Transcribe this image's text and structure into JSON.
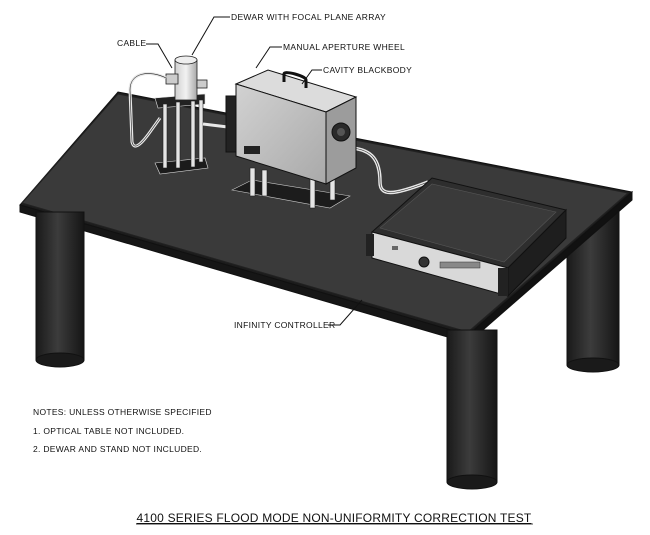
{
  "labels": {
    "cable": "CABLE",
    "dewar": "DEWAR WITH FOCAL PLANE ARRAY",
    "aperture_wheel": "MANUAL APERTURE WHEEL",
    "blackbody": "CAVITY BLACKBODY",
    "controller": "INFINITY CONTROLLER"
  },
  "notes": {
    "heading": "NOTES: UNLESS OTHERWISE SPECIFIED",
    "items": [
      "1.  OPTICAL TABLE NOT INCLUDED.",
      "2.  DEWAR AND STAND NOT INCLUDED."
    ]
  },
  "title": "4100 SERIES FLOOD MODE NON-UNIFORMITY CORRECTION TEST",
  "colors": {
    "table_top": "#3a3a3a",
    "table_edge": "#1c1c1c",
    "leg": "#2b2b2b",
    "blackbody": "#bdbdbd",
    "controller": "#2e2e2e",
    "controller_face": "#d9d9d9"
  }
}
